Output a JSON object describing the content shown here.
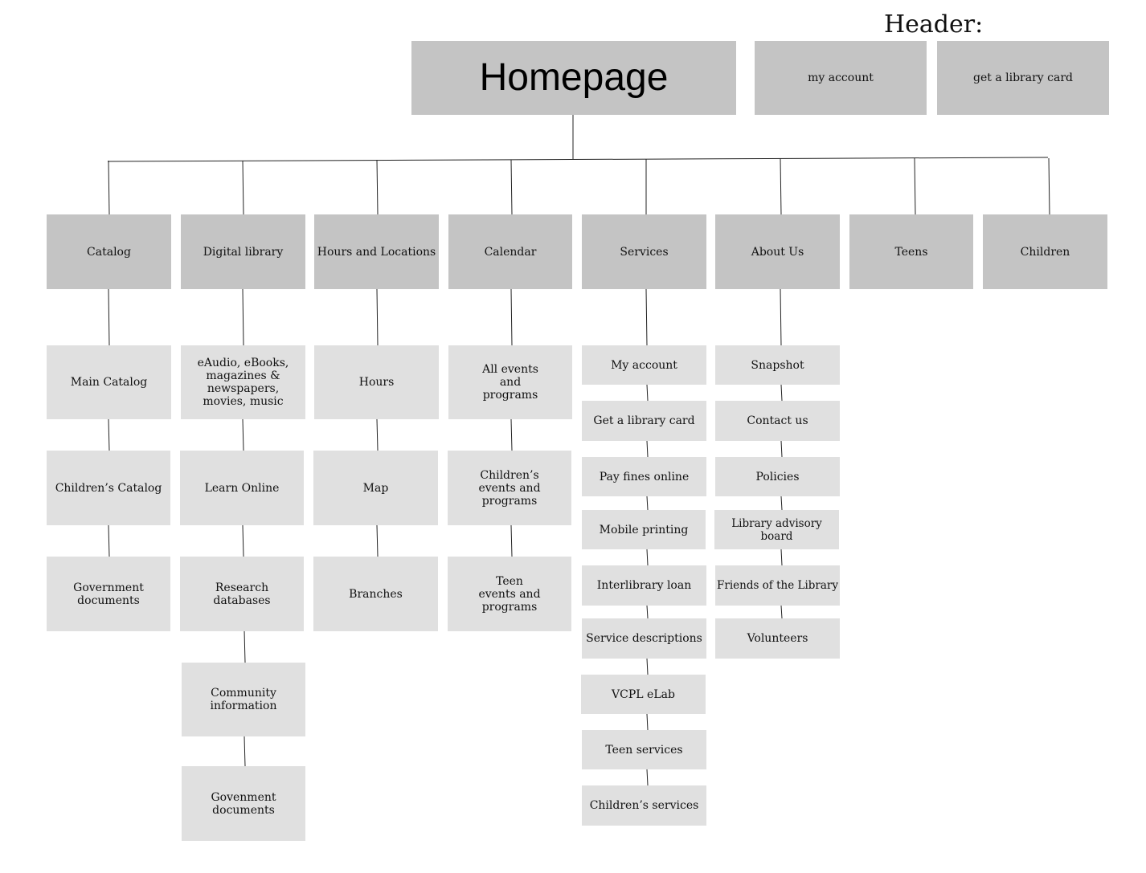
{
  "header": {
    "label": "Header:",
    "items": [
      "my account",
      "get a library card"
    ]
  },
  "homepage": "Homepage",
  "sections": [
    {
      "label": "Catalog",
      "children": [
        "Main Catalog",
        "Children’s Catalog",
        "Government documents"
      ]
    },
    {
      "label": "Digital library",
      "children": [
        "eAudio, eBooks, magazines & newspapers, movies, music",
        "Learn Online",
        "Research databases",
        "Community information",
        "Govenment documents"
      ]
    },
    {
      "label": "Hours and Locations",
      "children": [
        "Hours",
        "Map",
        "Branches"
      ]
    },
    {
      "label": "Calendar",
      "children": [
        "All events and programs",
        "Children’s events and programs",
        "Teen events and programs"
      ]
    },
    {
      "label": "Services",
      "children": [
        "My account",
        "Get a library card",
        "Pay fines online",
        "Mobile printing",
        "Interlibrary loan",
        "Service descriptions",
        "VCPL eLab",
        "Teen services",
        "Children’s services"
      ]
    },
    {
      "label": "About Us",
      "children": [
        "Snapshot",
        "Contact us",
        "Policies",
        "Library advisory board",
        "Friends of the Library",
        "Volunteers"
      ]
    },
    {
      "label": "Teens",
      "children": []
    },
    {
      "label": "Children",
      "children": []
    }
  ]
}
